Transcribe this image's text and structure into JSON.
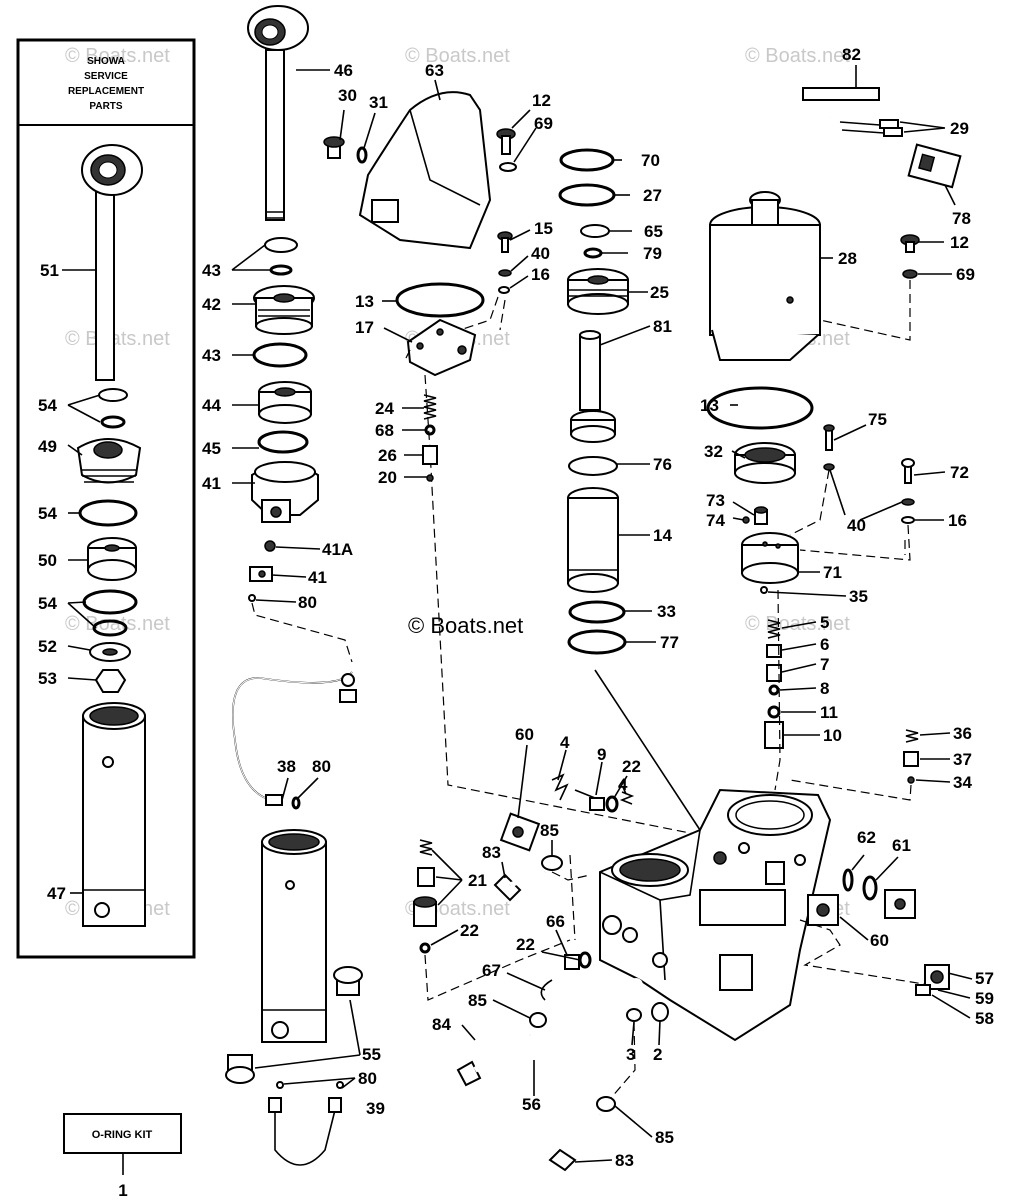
{
  "watermarks": {
    "main": "© Boats.net",
    "faint": "© Boats.net"
  },
  "showa_box": {
    "header_line1": "SHOWA",
    "header_line2": "SERVICE",
    "header_line3": "REPLACEMENT",
    "header_line4": "PARTS"
  },
  "oring_kit": {
    "label": "O-RING KIT",
    "number": "1"
  },
  "callouts": {
    "c51": "51",
    "c54a": "54",
    "c49": "49",
    "c54b": "54",
    "c50": "50",
    "c54c": "54",
    "c52": "52",
    "c53": "53",
    "c47": "47",
    "c46": "46",
    "c30": "30",
    "c31": "31",
    "c43a": "43",
    "c42": "42",
    "c43b": "43",
    "c44": "44",
    "c45": "45",
    "c41": "41",
    "c41a": "41A",
    "c41b": "41",
    "c80a": "80",
    "c38": "38",
    "c80b": "80",
    "c55": "55",
    "c80c": "80",
    "c39": "39",
    "c63": "63",
    "c12a": "12",
    "c69a": "69",
    "c15": "15",
    "c40a": "40",
    "c16a": "16",
    "c13a": "13",
    "c17": "17",
    "c24": "24",
    "c68": "68",
    "c26": "26",
    "c20": "20",
    "c70": "70",
    "c27": "27",
    "c65": "65",
    "c79": "79",
    "c25": "25",
    "c81": "81",
    "c76": "76",
    "c14": "14",
    "c33": "33",
    "c77": "77",
    "c82": "82",
    "c29": "29",
    "c78": "78",
    "c28": "28",
    "c12b": "12",
    "c69b": "69",
    "c13b": "13",
    "c75": "75",
    "c32": "32",
    "c72": "72",
    "c73": "73",
    "c74": "74",
    "c40b": "40",
    "c16b": "16",
    "c71": "71",
    "c35": "35",
    "c5": "5",
    "c6": "6",
    "c7": "7",
    "c8": "8",
    "c11": "11",
    "c10": "10",
    "c36": "36",
    "c37": "37",
    "c34": "34",
    "c60a": "60",
    "c4a": "4",
    "c9": "9",
    "c22a": "22",
    "c4b": "4",
    "c85a": "85",
    "c83a": "83",
    "c21": "21",
    "c22b": "22",
    "c66": "66",
    "c22c": "22",
    "c67": "67",
    "c85b": "85",
    "c84": "84",
    "c3": "3",
    "c2": "2",
    "c56": "56",
    "c85c": "85",
    "c83b": "83",
    "c62": "62",
    "c61": "61",
    "c60b": "60",
    "c57": "57",
    "c59": "59",
    "c58": "58"
  }
}
